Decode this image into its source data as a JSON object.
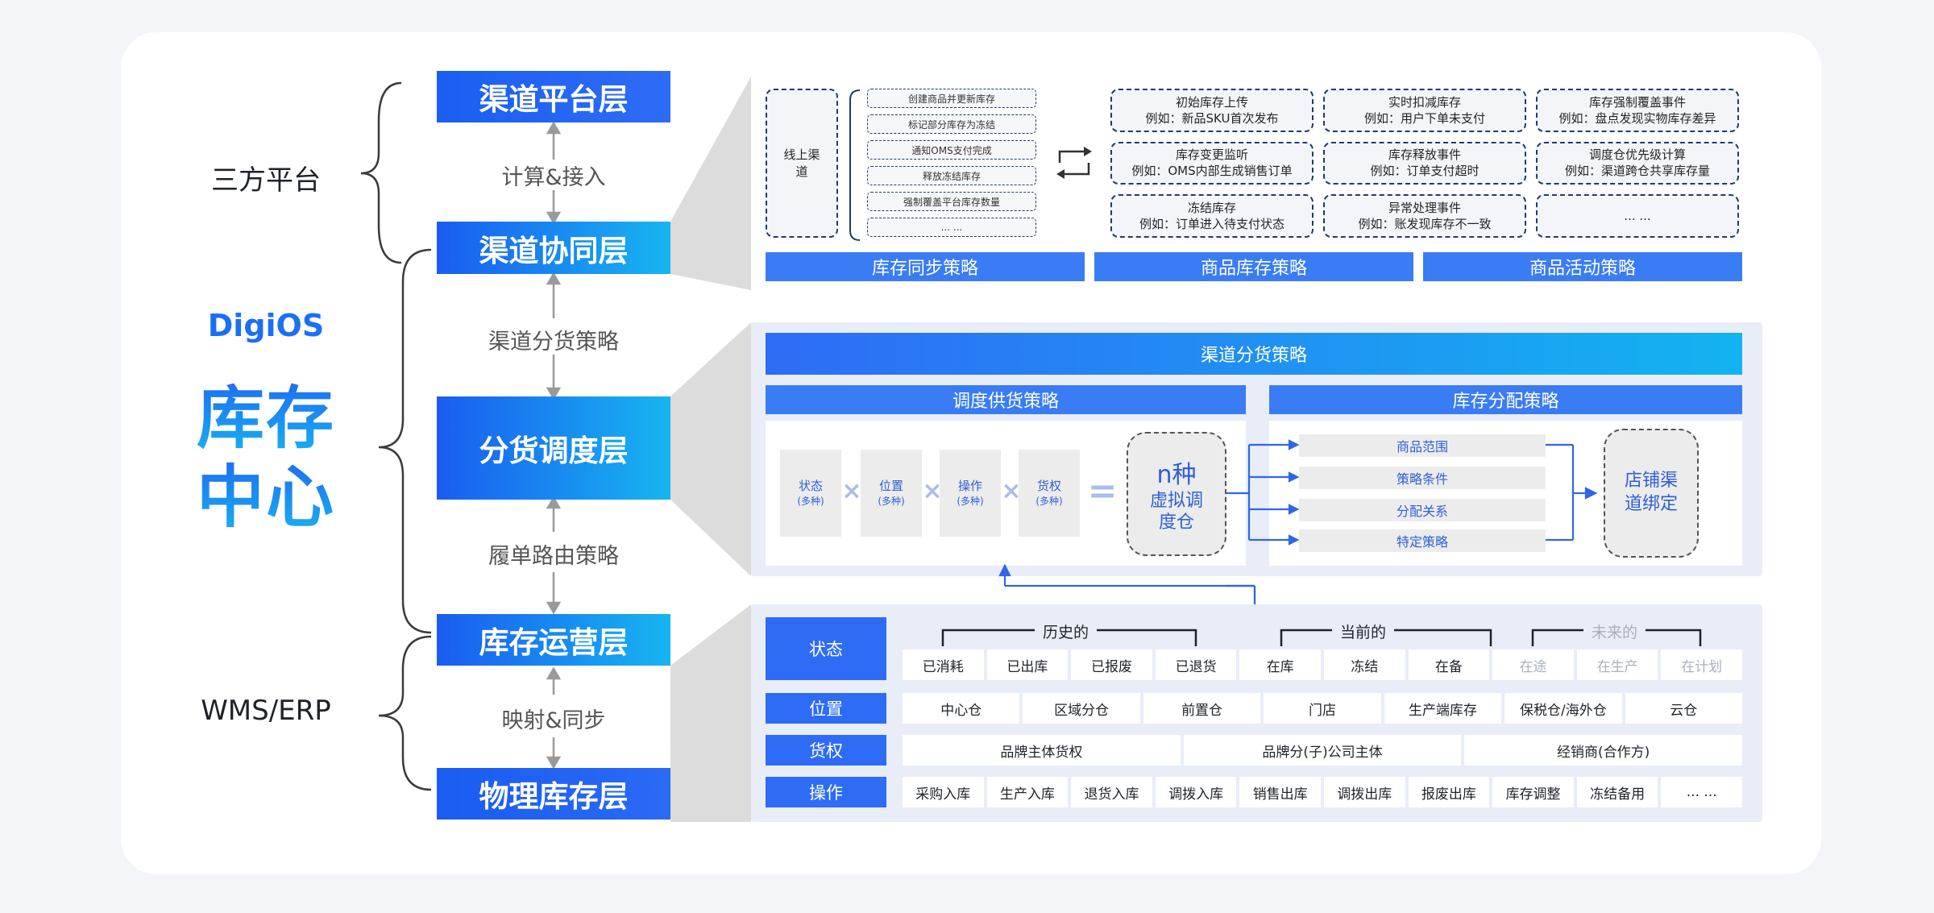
{
  "left": {
    "third_party": "三方平台",
    "brand": "DigiOS",
    "title_line1": "库存",
    "title_line2": "中心",
    "wms": "WMS/ERP"
  },
  "layers": {
    "l1": "渠道平台层",
    "l2": "渠道协同层",
    "l3": "分货调度层",
    "l4": "库存运营层",
    "l5": "物理库存层"
  },
  "connectors": {
    "c1": "计算&接入",
    "c2": "渠道分货策略",
    "c3": "履单路由策略",
    "c4": "映射&同步"
  },
  "top_panel": {
    "online_channel": "线上渠道",
    "list": [
      "创建商品并更新库存",
      "标记部分库存为冻结",
      "通知OMS支付完成",
      "释放冻结库存",
      "强制覆盖平台库存数量",
      "... ..."
    ],
    "events": [
      {
        "title": "初始库存上传",
        "example": "例如：新品SKU首次发布"
      },
      {
        "title": "实时扣减库存",
        "example": "例如：用户下单未支付"
      },
      {
        "title": "库存强制覆盖事件",
        "example": "例如：盘点发现实物库存差异"
      },
      {
        "title": "库存变更监听",
        "example": "例如：OMS内部生成销售订单"
      },
      {
        "title": "库存释放事件",
        "example": "例如：订单支付超时"
      },
      {
        "title": "调度仓优先级计算",
        "example": "例如：渠道跨仓共享库存量"
      },
      {
        "title": "冻结库存",
        "example": "例如：订单进入待支付状态"
      },
      {
        "title": "异常处理事件",
        "example": "例如：账发现库存不一致"
      },
      {
        "title": "... ...",
        "example": ""
      }
    ],
    "strips": [
      "库存同步策略",
      "商品库存策略",
      "商品活动策略"
    ]
  },
  "mid_panel": {
    "header": "渠道分货策略",
    "left_header": "调度供货策略",
    "right_header": "库存分配策略",
    "tiles": [
      {
        "name": "状态",
        "sub": "(多种)"
      },
      {
        "name": "位置",
        "sub": "(多种)"
      },
      {
        "name": "操作",
        "sub": "(多种)"
      },
      {
        "name": "货权",
        "sub": "(多种)"
      }
    ],
    "times": "×",
    "equals": "=",
    "virtual_head": "n种",
    "virtual_body": "虚拟调度仓",
    "conditions": [
      "商品范围",
      "策略条件",
      "分配关系",
      "特定策略"
    ],
    "bind": "店铺渠道绑定"
  },
  "bottom_panel": {
    "timeline": {
      "history": "历史的",
      "current": "当前的",
      "future": "未来的"
    },
    "rows": [
      {
        "label": "状态",
        "cells": [
          "已消耗",
          "已出库",
          "已报废",
          "已退货",
          "在库",
          "冻结",
          "在备",
          "在途",
          "在生产",
          "在计划"
        ]
      },
      {
        "label": "位置",
        "cells": [
          "中心仓",
          "区域分仓",
          "前置仓",
          "门店",
          "生产端库存",
          "保税仓/海外仓",
          "云仓"
        ]
      },
      {
        "label": "货权",
        "cells": [
          "品牌主体货权",
          "品牌分(子)公司主体",
          "经销商(合作方)"
        ]
      },
      {
        "label": "操作",
        "cells": [
          "采购入库",
          "生产入库",
          "退货入库",
          "调拨入库",
          "销售出库",
          "调拨出库",
          "报废出库",
          "库存调整",
          "冻结备用",
          "... ..."
        ]
      }
    ]
  },
  "colors": {
    "primary": "#2e6cf5",
    "cyan": "#17b5f0",
    "dark_dash": "#1d3a74",
    "panel": "#e8edf8"
  }
}
